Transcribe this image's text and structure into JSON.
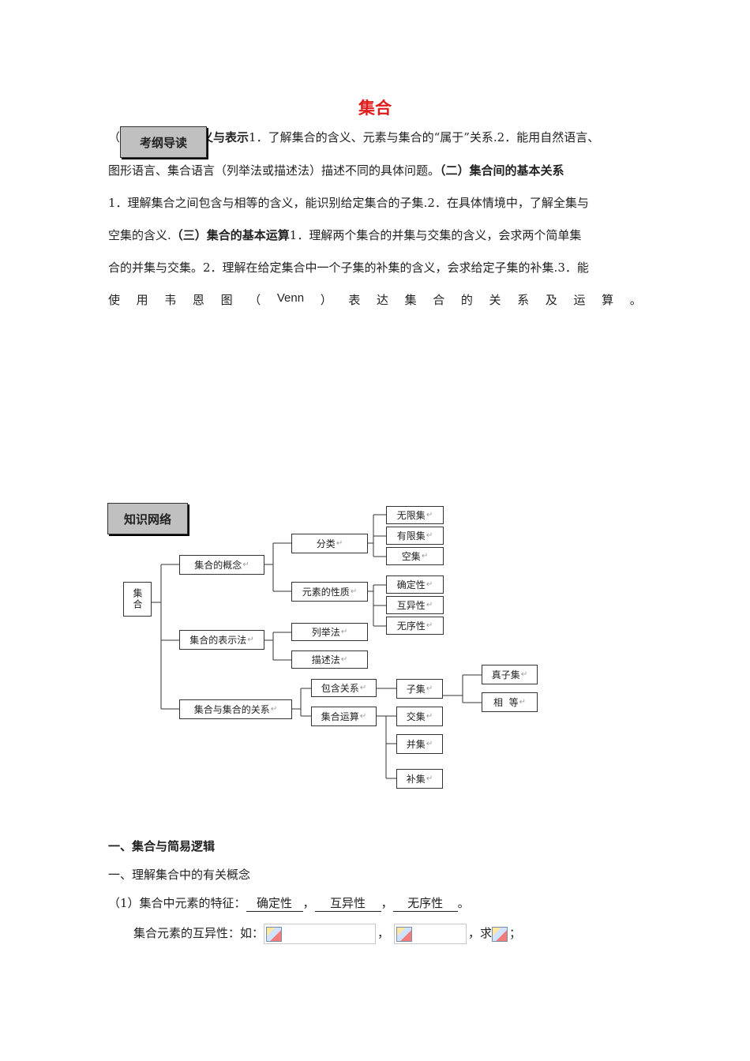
{
  "title": "集合",
  "kaogang": {
    "tag": "考纲导读",
    "line1_pre": "（",
    "line1_bold": "义与表示",
    "line1_rest": "1．了解集合的含义、元素与集合的“属于”关系.2．能用自然语言、",
    "line2_pre": "图形语言、集合语言（列举法或描述法）描述不同的具体问题。",
    "line2_bold": "（二）集合间的基本关系",
    "line3": "1．理解集合之间包含与相等的含义，能识别给定集合的子集.2．在具体情境中，了解全集与",
    "line4_pre": "空集的含义.",
    "line4_bold": "（三）集合的基本运算",
    "line4_post": "1．理解两个集合的并集与交集的含义，会求两个简单集",
    "line5": "合的并集与交集。2．理解在给定集合中一个子集的补集的含义，会求给定子集的补集.3．能",
    "line6_chars": [
      "使",
      "用",
      "韦",
      "恩",
      "图",
      "（",
      "Venn",
      "）",
      "表",
      "达",
      "集",
      "合",
      "的",
      "关",
      "系",
      "及",
      "运",
      "算",
      "。"
    ]
  },
  "network": {
    "tag": "知识网络",
    "nodes": {
      "root": "集合",
      "concept": "集合的概念",
      "classify": "分类",
      "infinite": "无限集",
      "finite": "有限集",
      "empty": "空集",
      "properties": "元素的性质",
      "definite": "确定性",
      "distinct": "互异性",
      "unordered": "无序性",
      "representation": "集合的表示法",
      "listing": "列举法",
      "describing": "描述法",
      "relation": "集合与集合的关系",
      "inclusion": "包含关系",
      "operation": "集合运算",
      "subset": "子集",
      "proper_subset": "真子集",
      "equal": "相  等",
      "intersection": "交集",
      "union": "并集",
      "complement": "补集"
    },
    "para_mark": "↵"
  },
  "section1": {
    "heading": "一、集合与简易逻辑",
    "sub": "一、理解集合中的有关概念",
    "item1_pre": "（1）集合中元素的特征：",
    "blank1": "确定性",
    "sep1": "，",
    "blank2": "互异性",
    "sep2": "，",
    "blank3": "无序性",
    "end1": "。",
    "item2_pre": "集合元素的互异性：如：",
    "comma": "，",
    "qiu": "，求",
    "semicolon": "；"
  }
}
